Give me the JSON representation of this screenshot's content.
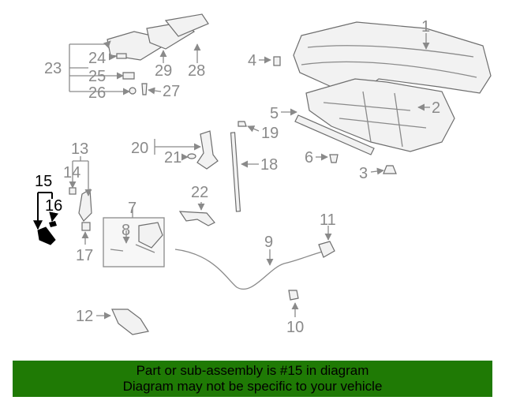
{
  "diagram": {
    "callouts": [
      {
        "id": "1",
        "text": "1"
      },
      {
        "id": "2",
        "text": "2"
      },
      {
        "id": "3",
        "text": "3"
      },
      {
        "id": "4",
        "text": "4"
      },
      {
        "id": "5",
        "text": "5"
      },
      {
        "id": "6",
        "text": "6"
      },
      {
        "id": "7",
        "text": "7"
      },
      {
        "id": "8",
        "text": "8"
      },
      {
        "id": "9",
        "text": "9"
      },
      {
        "id": "10",
        "text": "10"
      },
      {
        "id": "11",
        "text": "11"
      },
      {
        "id": "12",
        "text": "12"
      },
      {
        "id": "13",
        "text": "13"
      },
      {
        "id": "14",
        "text": "14"
      },
      {
        "id": "15",
        "text": "15"
      },
      {
        "id": "16",
        "text": "16"
      },
      {
        "id": "17",
        "text": "17"
      },
      {
        "id": "18",
        "text": "18"
      },
      {
        "id": "19",
        "text": "19"
      },
      {
        "id": "20",
        "text": "20"
      },
      {
        "id": "21",
        "text": "21"
      },
      {
        "id": "22",
        "text": "22"
      },
      {
        "id": "23",
        "text": "23"
      },
      {
        "id": "24",
        "text": "24"
      },
      {
        "id": "25",
        "text": "25"
      },
      {
        "id": "26",
        "text": "26"
      },
      {
        "id": "27",
        "text": "27"
      },
      {
        "id": "28",
        "text": "28"
      },
      {
        "id": "29",
        "text": "29"
      }
    ],
    "highlighted_part": "15",
    "highlight_color": "#000000",
    "part_color": "#8a8a8a"
  },
  "banner": {
    "line1": "Part or sub-assembly is #15 in diagram",
    "line2": "Diagram may not be specific to your vehicle",
    "background": "#1f7a05"
  }
}
